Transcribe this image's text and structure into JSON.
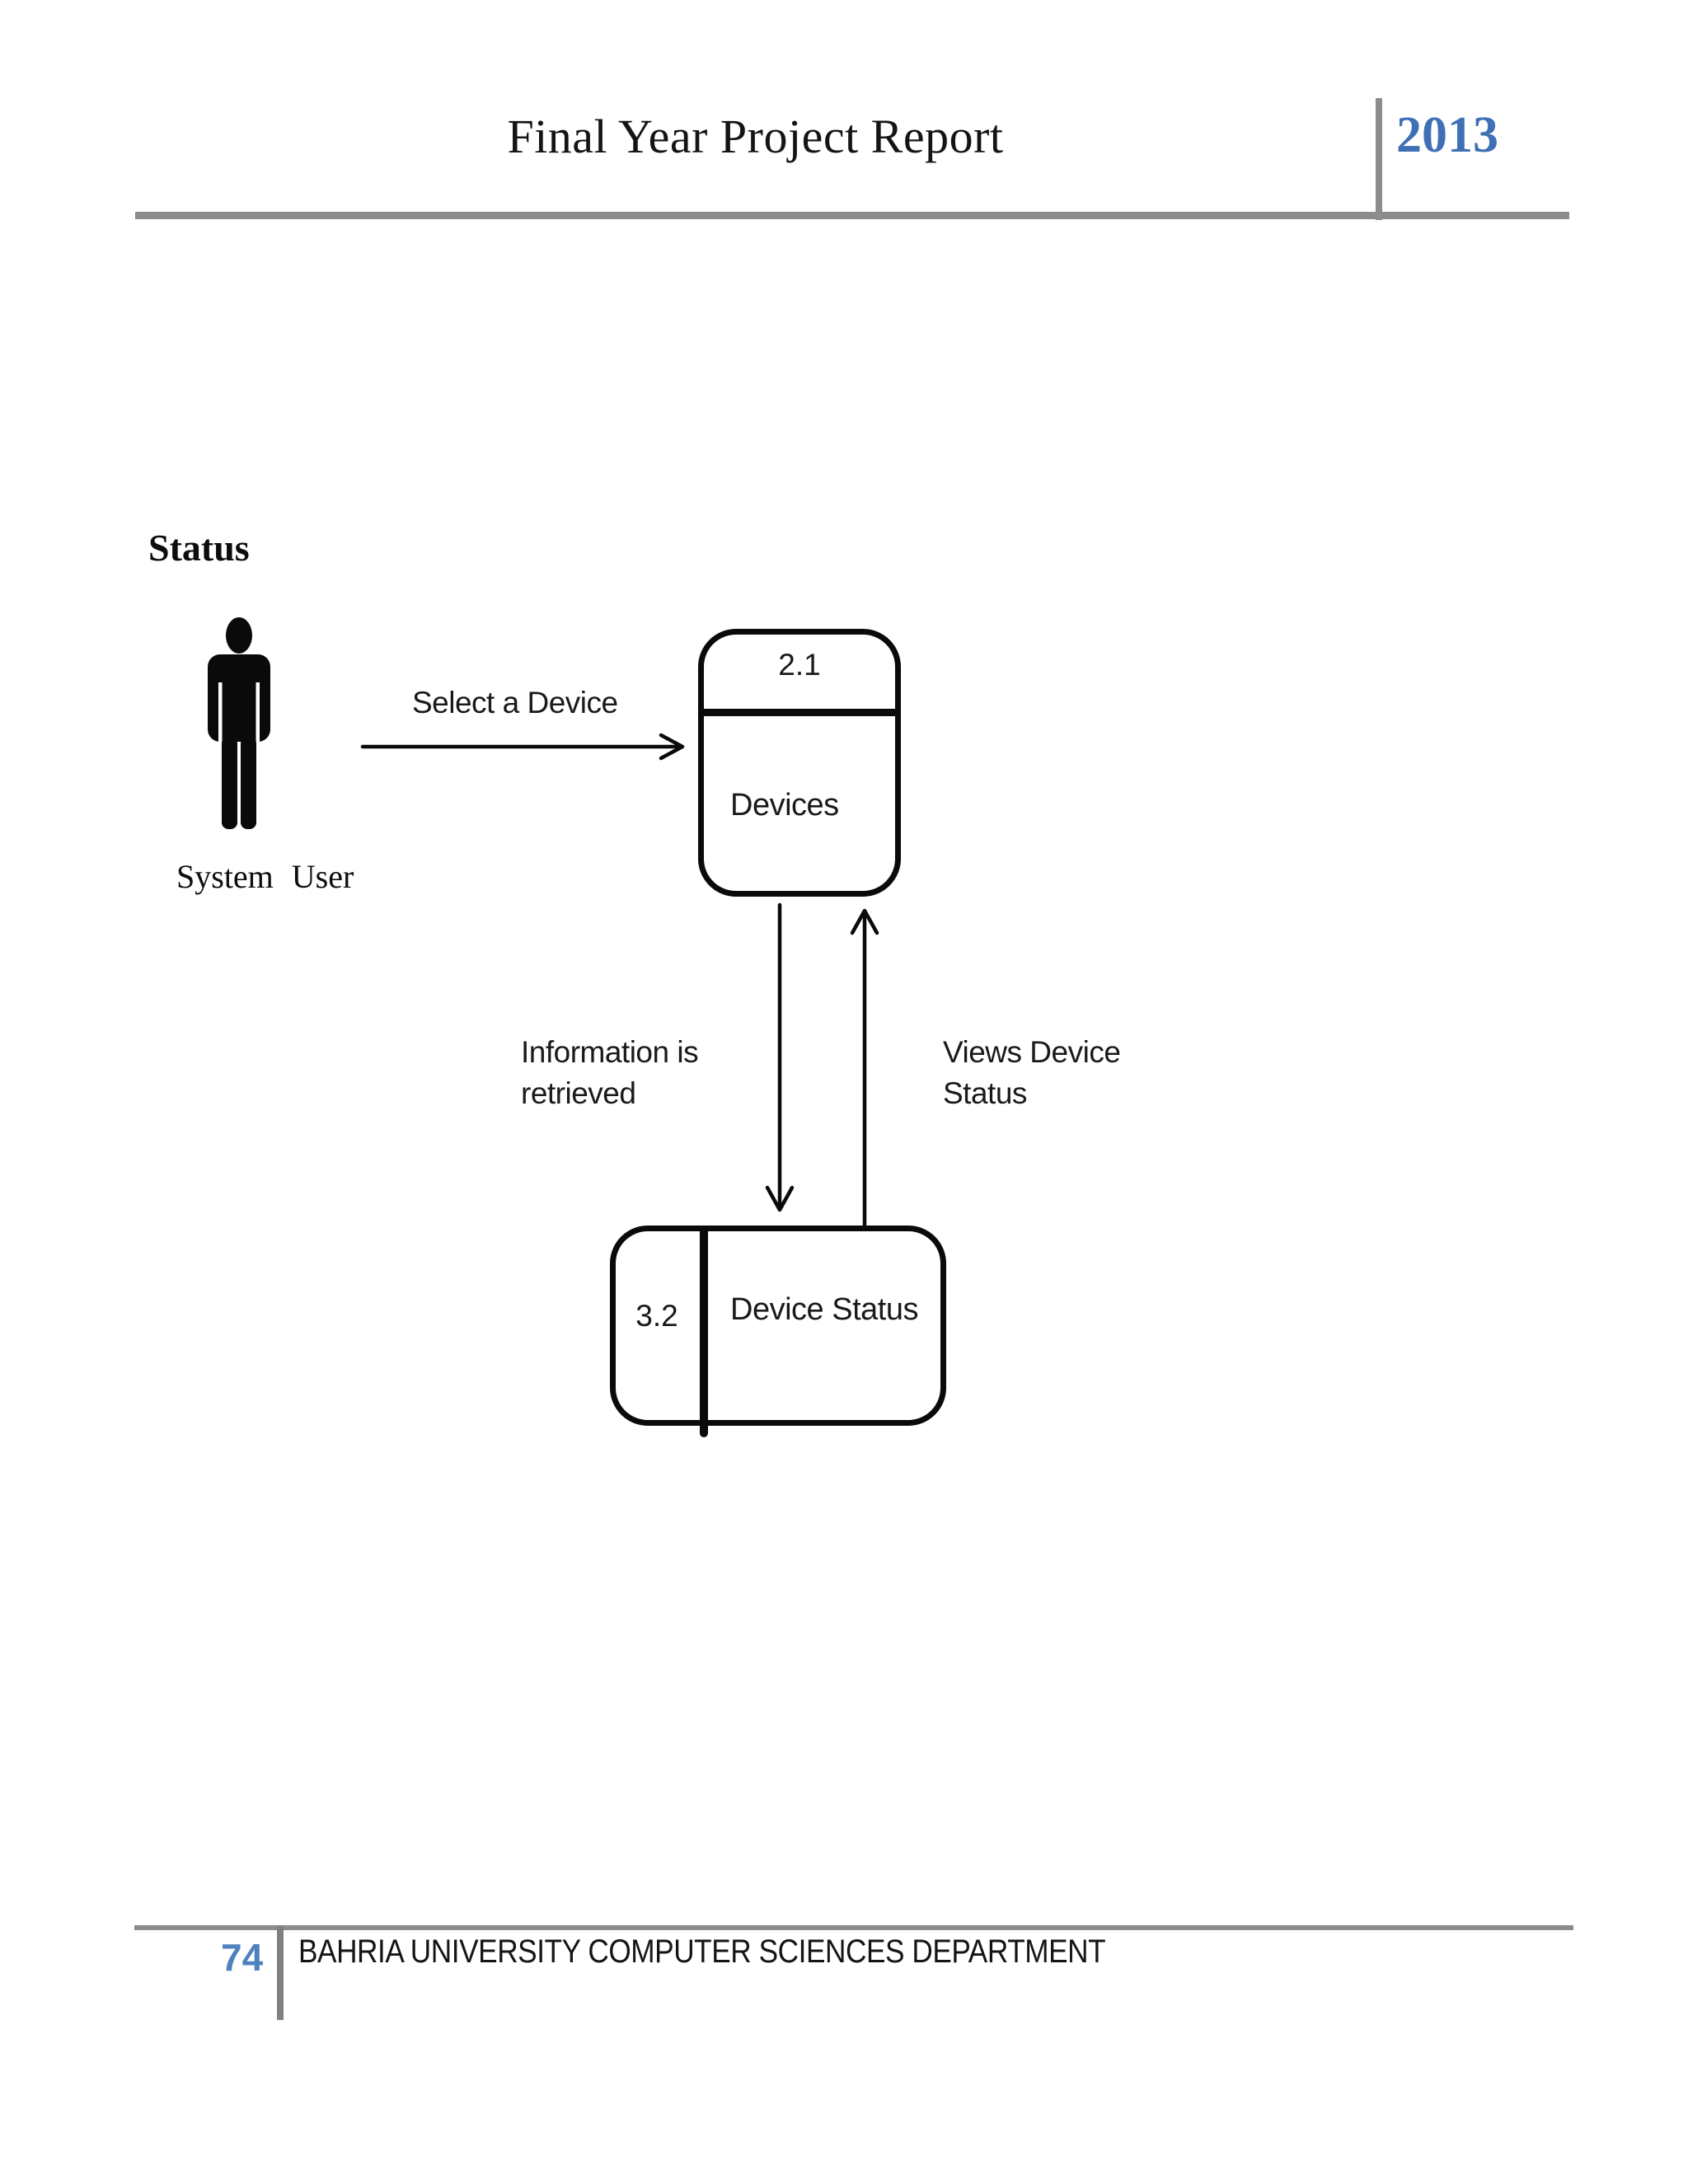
{
  "header": {
    "title": "Final Year Project Report",
    "year": "2013"
  },
  "section": {
    "heading": "Status"
  },
  "diagram": {
    "actor": {
      "icon": "person-icon",
      "label": "System User"
    },
    "flows": {
      "select_device": {
        "label": "Select a Device",
        "from": "System User",
        "to": "Devices",
        "direction": "right"
      },
      "info_retrieved": {
        "line1": "Information is",
        "line2": "retrieved",
        "from": "Devices",
        "to": "Device Status",
        "direction": "down"
      },
      "views_status": {
        "line1": "Views Device",
        "line2": "Status",
        "from": "Device Status",
        "to": "Devices",
        "direction": "up"
      }
    },
    "processes": {
      "devices": {
        "id": "2.1",
        "name": "Devices"
      },
      "device_status": {
        "id": "3.2",
        "name": "Device Status"
      }
    }
  },
  "footer": {
    "page_number": "74",
    "department": "BAHRIA UNIVERSITY COMPUTER SCIENCES DEPARTMENT"
  },
  "colors": {
    "accent_blue": "#3f6fb4",
    "page_number_blue": "#4f81bd",
    "rule_gray": "#8c8c8c",
    "line_gray": "#808080",
    "ink": "#0a0a0a"
  }
}
